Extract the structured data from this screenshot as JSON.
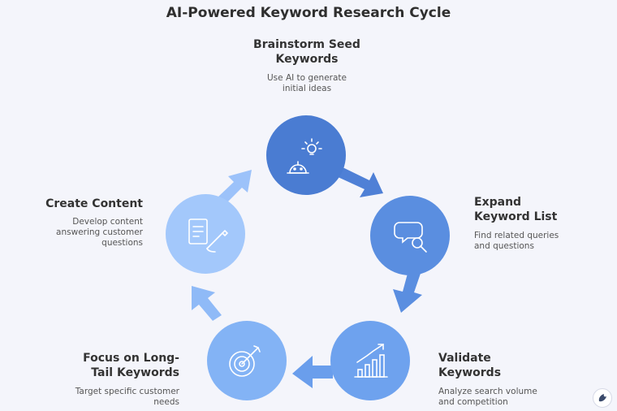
{
  "title": "AI-Powered Keyword Research Cycle",
  "colors": {
    "background": "#f4f5fb",
    "step1": "#4a7cd2",
    "step2": "#5a8ee0",
    "step3": "#6ea2ee",
    "step4": "#83b3f5",
    "step5": "#a3c8fb"
  },
  "steps": [
    {
      "title": "Brainstorm Seed\nKeywords",
      "description": "Use AI to generate\ninitial ideas",
      "icon": "chatbot-lightbulb-icon"
    },
    {
      "title": "Expand\nKeyword List",
      "description": "Find related queries\nand questions",
      "icon": "speech-bubble-search-icon"
    },
    {
      "title": "Validate\nKeywords",
      "description": "Analyze search volume\nand competition",
      "icon": "bar-chart-growth-icon"
    },
    {
      "title": "Focus on Long-\nTail Keywords",
      "description": "Target specific customer\nneeds",
      "icon": "target-dart-icon"
    },
    {
      "title": "Create Content",
      "description": "Develop content\nanswering customer\nquestions",
      "icon": "document-pen-icon"
    }
  ]
}
